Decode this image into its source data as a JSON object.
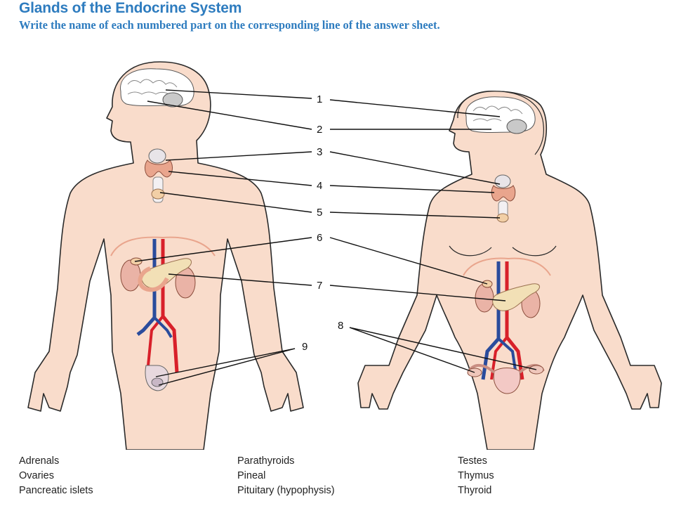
{
  "title": "Glands of the Endocrine System",
  "subtitle": "Write the name of each numbered part on the corresponding line of the answer sheet.",
  "callouts": [
    "1",
    "2",
    "3",
    "4",
    "5",
    "6",
    "7",
    "8",
    "9"
  ],
  "word_bank": {
    "column1": [
      "Adrenals",
      "Ovaries",
      "Pancreatic islets"
    ],
    "column2": [
      "Parathyroids",
      "Pineal",
      "Pituitary (hypophysis)"
    ],
    "column3": [
      "Testes",
      "Thymus",
      "Thyroid"
    ]
  },
  "colors": {
    "title": "#2e7cbf",
    "skin": "#f9dccb",
    "skin_outline": "#2a2a2a",
    "artery": "#d8202a",
    "vein": "#2a4c9c",
    "gland": "#e9a58d",
    "gland_light": "#f2cfa6"
  }
}
